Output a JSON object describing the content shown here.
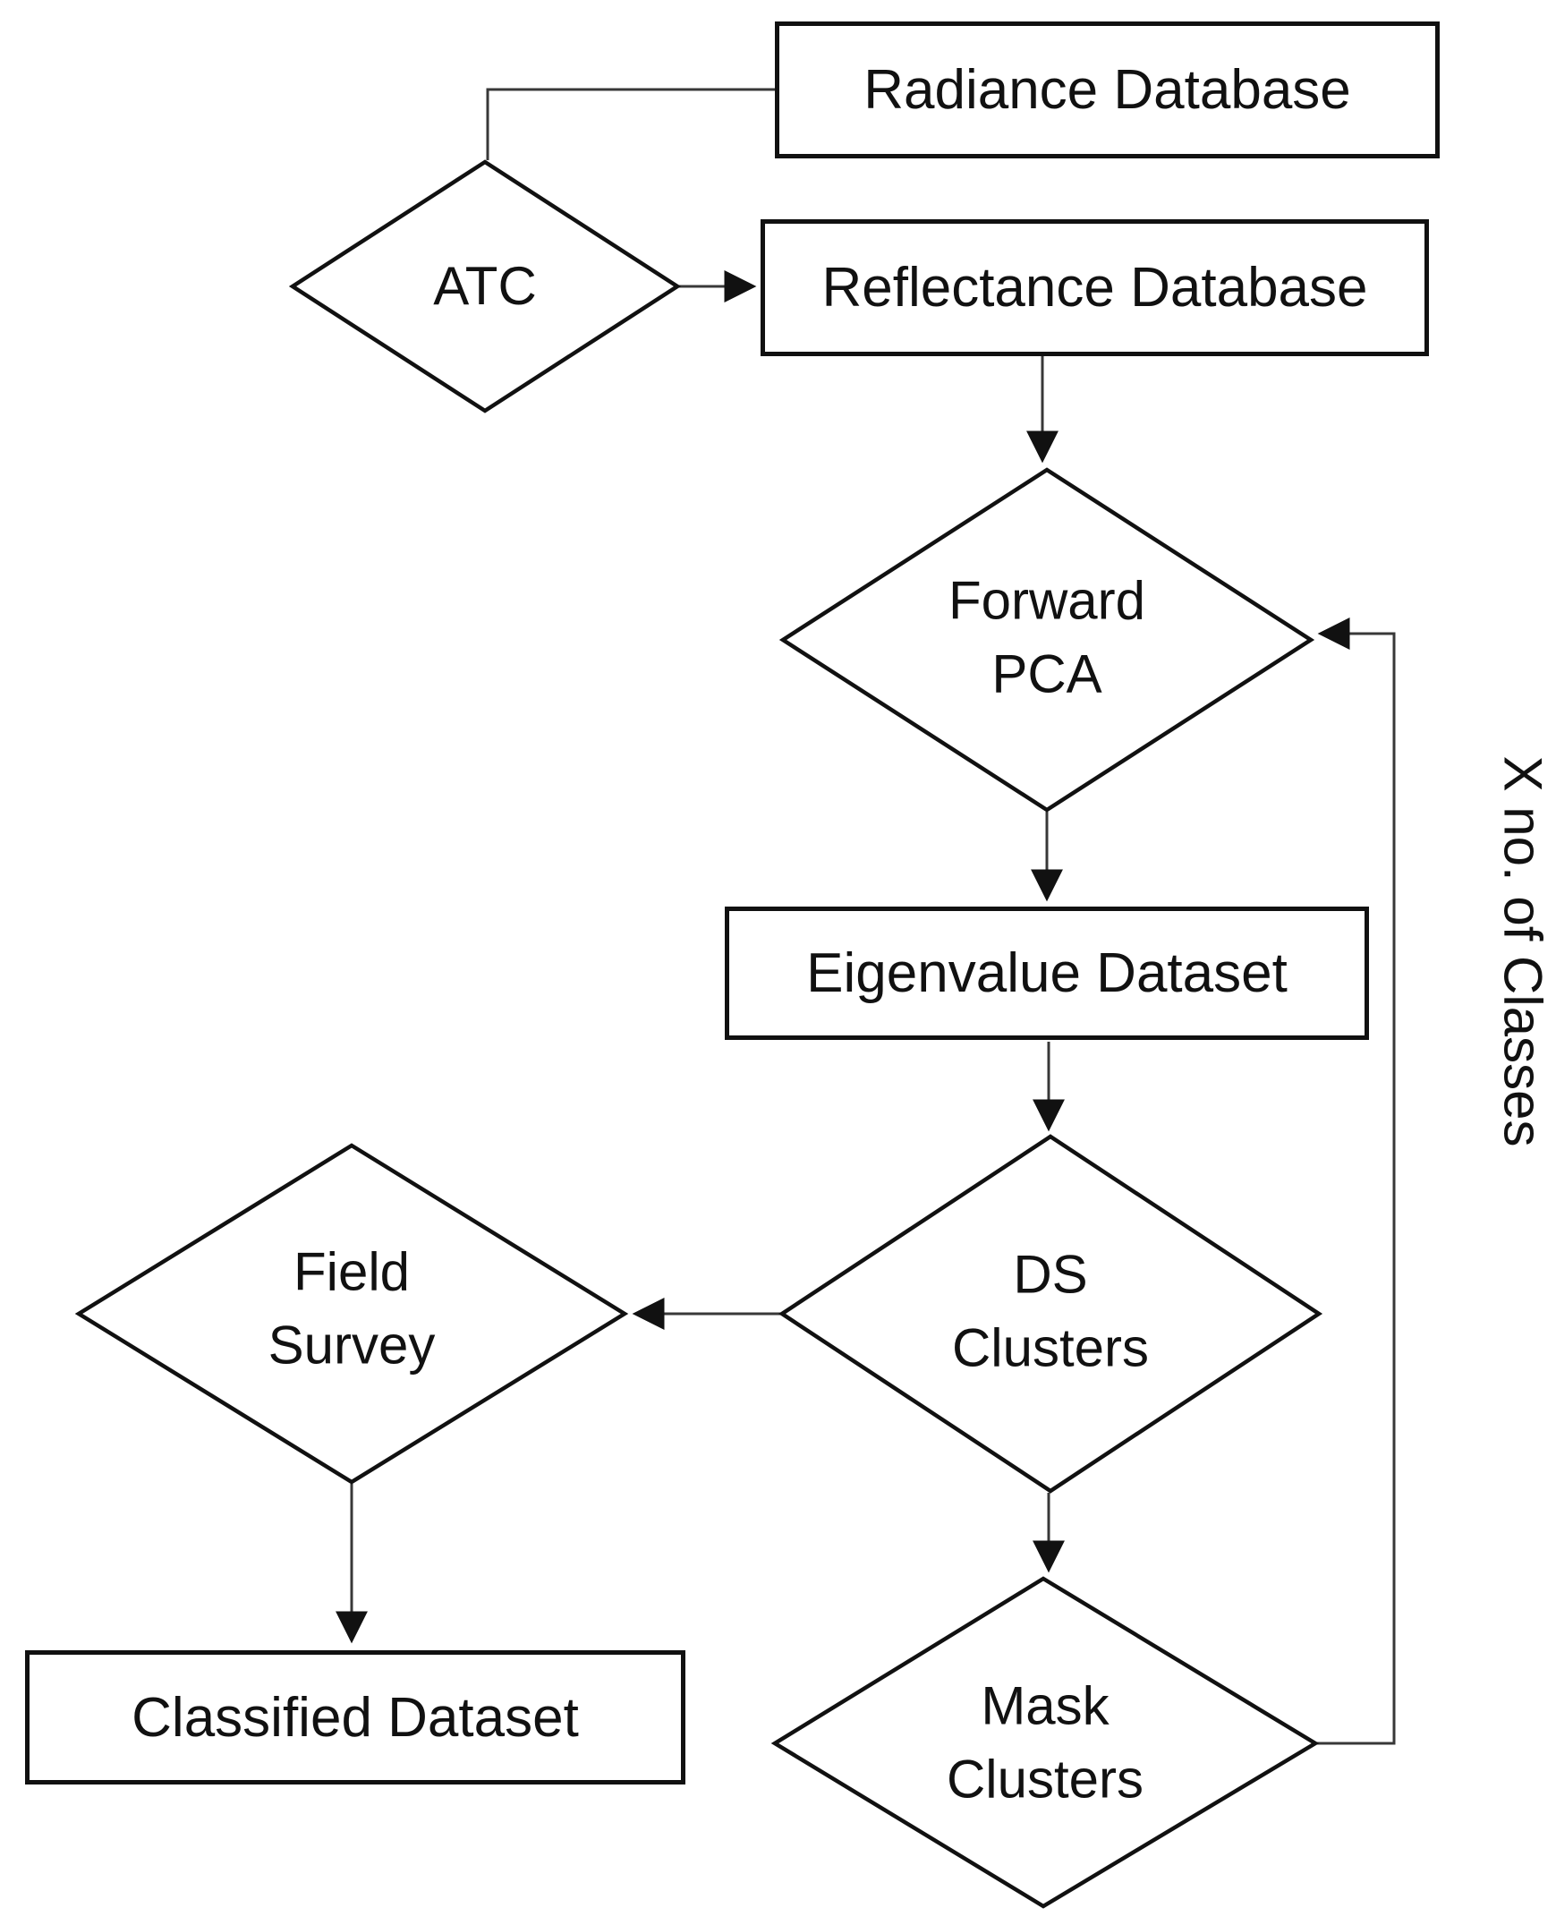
{
  "diagram": {
    "type": "flowchart",
    "background": "#ffffff",
    "colors": {
      "shape_border": "#111111",
      "connector": "#383838",
      "arrowhead": "#111111",
      "text": "#111111"
    },
    "nodes": {
      "radiance": {
        "label": "Radiance Database",
        "shape": "rectangle"
      },
      "atc": {
        "label": "ATC",
        "shape": "diamond"
      },
      "reflectance": {
        "label": "Reflectance Database",
        "shape": "rectangle"
      },
      "forward_pca": {
        "label": "Forward\nPCA",
        "shape": "diamond"
      },
      "eigenvalue": {
        "label": "Eigenvalue Dataset",
        "shape": "rectangle"
      },
      "ds_clusters": {
        "label": "DS\nClusters",
        "shape": "diamond"
      },
      "field_survey": {
        "label": "Field\nSurvey",
        "shape": "diamond"
      },
      "classified": {
        "label": "Classified Dataset",
        "shape": "rectangle"
      },
      "mask_clusters": {
        "label": "Mask\nClusters",
        "shape": "diamond"
      }
    },
    "annotations": {
      "loop_label": "X no. of Classes"
    },
    "edges": [
      {
        "from": "radiance",
        "to": "atc",
        "style": "elbow",
        "arrow": false
      },
      {
        "from": "atc",
        "to": "reflectance",
        "style": "straight",
        "arrow": true
      },
      {
        "from": "reflectance",
        "to": "forward_pca",
        "style": "straight",
        "arrow": true
      },
      {
        "from": "forward_pca",
        "to": "eigenvalue",
        "style": "straight",
        "arrow": true
      },
      {
        "from": "eigenvalue",
        "to": "ds_clusters",
        "style": "straight",
        "arrow": true
      },
      {
        "from": "ds_clusters",
        "to": "field_survey",
        "style": "straight",
        "arrow": true
      },
      {
        "from": "field_survey",
        "to": "classified",
        "style": "straight",
        "arrow": true
      },
      {
        "from": "ds_clusters",
        "to": "mask_clusters",
        "style": "straight",
        "arrow": true
      },
      {
        "from": "mask_clusters",
        "to": "forward_pca",
        "style": "elbow-loop",
        "arrow": true,
        "label": "X no. of Classes"
      }
    ]
  }
}
